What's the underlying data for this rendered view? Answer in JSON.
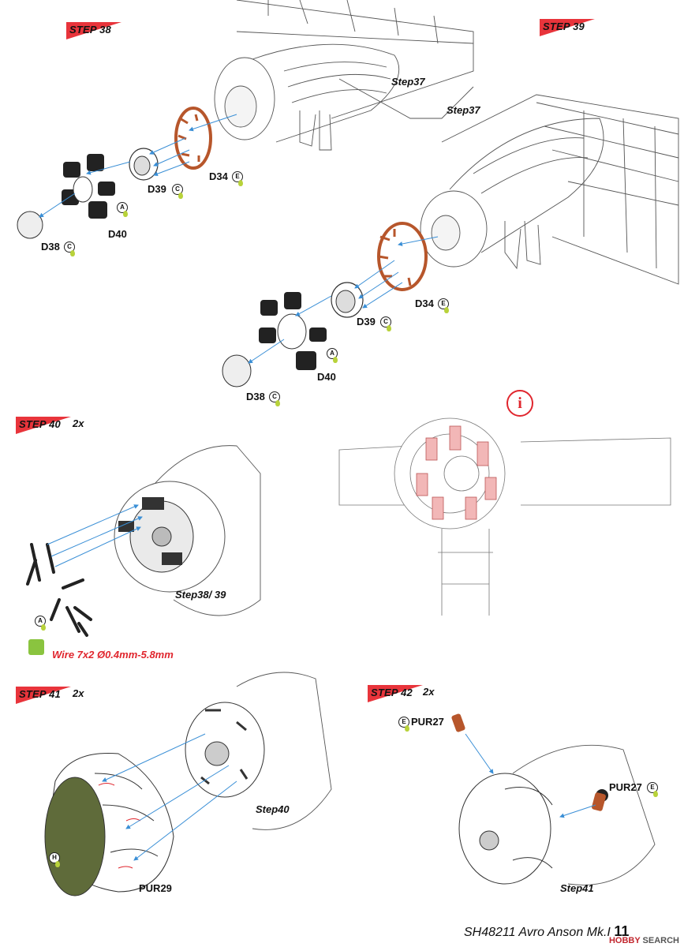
{
  "steps": {
    "s38": {
      "label": "STEP 38"
    },
    "s39": {
      "label": "STEP 39"
    },
    "s40": {
      "label": "STEP 40",
      "multiplier": "2x"
    },
    "s41": {
      "label": "STEP 41",
      "multiplier": "2x"
    },
    "s42": {
      "label": "STEP 42",
      "multiplier": "2x"
    }
  },
  "references": {
    "step37_a": "Step37",
    "step37_b": "Step37",
    "step38_39": "Step38/ 39",
    "step40": "Step40",
    "step41": "Step41"
  },
  "parts": {
    "s38": {
      "d34": "D34",
      "d39": "D39",
      "d40": "D40",
      "d38": "D38"
    },
    "s39": {
      "d34": "D34",
      "d39": "D39",
      "d40": "D40",
      "d38": "D38"
    },
    "s41": {
      "pur29": "PUR29"
    },
    "s42": {
      "pur27_a": "PUR27",
      "pur27_b": "PUR27"
    }
  },
  "color_codes": {
    "A": "A",
    "C": "C",
    "E": "E",
    "H": "H"
  },
  "wire_note": "Wire 7x2 Ø0.4mm-5.8mm",
  "info_symbol": "i",
  "footer": {
    "title": "SH48211 Avro Anson Mk.I",
    "page": "11"
  },
  "watermark": {
    "brand": "HOBBY",
    "suffix": "SEARCH"
  },
  "colors": {
    "step_red": "#e8343b",
    "copper": "#b7562b",
    "engine_black": "#222222",
    "arrow_blue": "#3a8fd6",
    "drop_green": "#b8d23a",
    "cowl_green": "#5f6b3a",
    "highlight_pink": "#f2b7b7"
  }
}
